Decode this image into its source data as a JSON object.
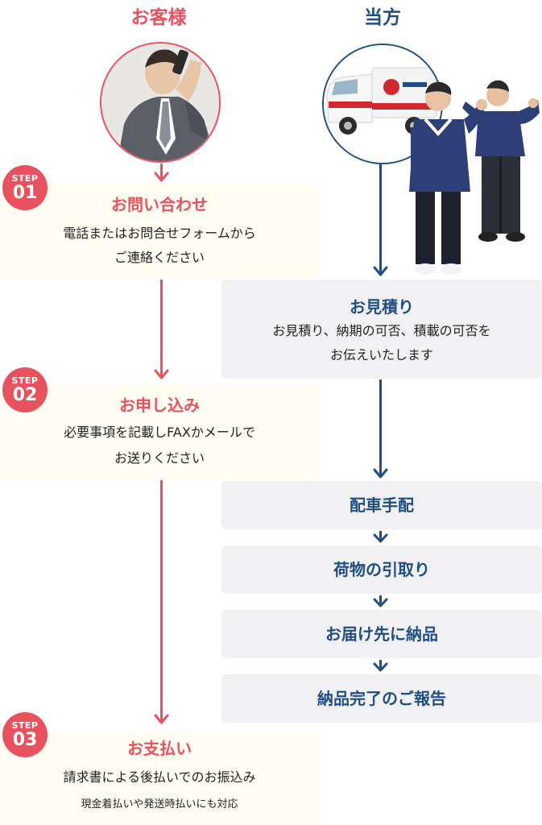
{
  "columns": {
    "customer": "お客様",
    "company": "当方"
  },
  "steps": [
    {
      "label": "STEP",
      "number": "01",
      "title": "お問い合わせ",
      "desc1": "電話またはお問合せフォームから",
      "desc2": "ご連絡ください"
    },
    {
      "label": "STEP",
      "number": "02",
      "title": "お申し込み",
      "desc1": "必要事項を記載しFAXかメールで",
      "desc2": "お送りください"
    },
    {
      "label": "STEP",
      "number": "03",
      "title": "お支払い",
      "desc1": "請求書による後払いでのお振込み",
      "desc2": "現金着払いや発送時払いにも対応"
    }
  ],
  "company_steps": {
    "estimate_title": "お見積り",
    "estimate_desc1": "お見積り、納期の可否、積載の可否を",
    "estimate_desc2": "お伝えいたします",
    "dispatch": "配車手配",
    "pickup": "荷物の引取り",
    "delivery": "お届け先に納品",
    "report": "納品完了のご報告"
  },
  "colors": {
    "customer_accent": "#e8525f",
    "company_accent": "#1f4e84",
    "card_gray": "#f1f1f3",
    "card_cream": "#fffdf2"
  }
}
